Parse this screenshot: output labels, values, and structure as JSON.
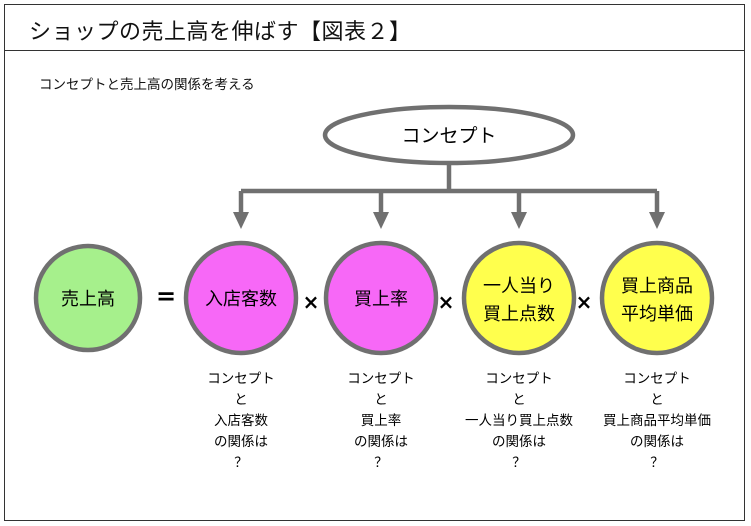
{
  "title": "ショップの売上高を伸ばす【図表２】",
  "subtitle": "コンセプトと売上高の関係を考える",
  "concept_label": "コンセプト",
  "equals": "=",
  "times": "×",
  "colors": {
    "sales_fill": "#a6f08c",
    "pink_fill": "#f768f7",
    "yellow_fill": "#ffff4d",
    "stroke": "#707070",
    "concept_fill": "#ffffff"
  },
  "factors": [
    {
      "lines": [
        "入店客数"
      ],
      "fill": "pink",
      "note": [
        "コンセプト",
        "と",
        "入店客数",
        "の関係は",
        "？"
      ]
    },
    {
      "lines": [
        "買上率"
      ],
      "fill": "pink",
      "note": [
        "コンセプト",
        "と",
        "買上率",
        "の関係は",
        "？"
      ]
    },
    {
      "lines": [
        "一人当り",
        "買上点数"
      ],
      "fill": "yellow",
      "note": [
        "コンセプト",
        "と",
        "一人当り買上点数",
        "の関係は",
        "？"
      ]
    },
    {
      "lines": [
        "買上商品",
        "平均単価"
      ],
      "fill": "yellow",
      "note": [
        "コンセプト",
        "と",
        "買上商品平均単価",
        "の関係は",
        "？"
      ]
    }
  ],
  "sales_label": "売上高"
}
